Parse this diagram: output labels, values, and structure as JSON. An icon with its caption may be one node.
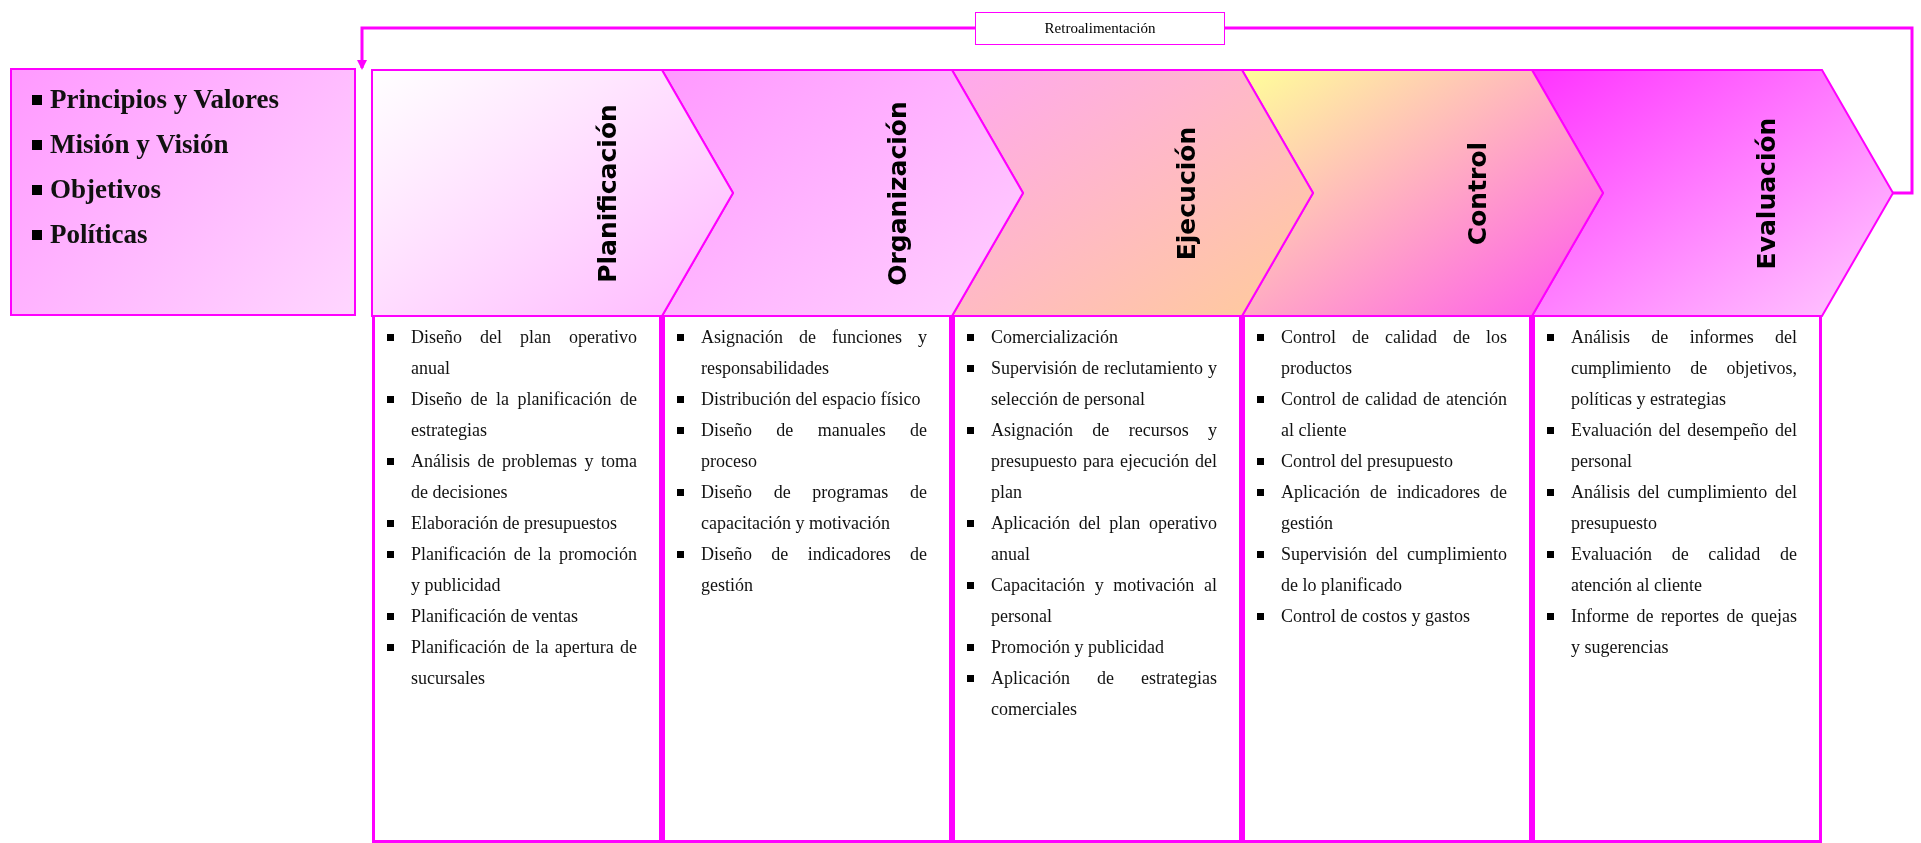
{
  "diagram": {
    "nodes": [
      {
        "text": [
          "Principios y Valores",
          "Misión y Visión",
          "Objetivos",
          "Políticas"
        ]
      },
      {
        "text": [
          "Planificación"
        ]
      },
      {
        "text": [
          "Organización"
        ]
      },
      {
        "text": [
          "Ejecución"
        ]
      },
      {
        "text": [
          "Control"
        ]
      },
      {
        "text": [
          "Evaluación"
        ]
      },
      {
        "text": [
          "Diseño del plan operativo anual",
          "Diseño de la planificación de estrategias",
          "Análisis de problemas y toma de decisiones",
          "Elaboración de presupuestos",
          "Planificación de la promoción y publicidad",
          "Planificación de ventas",
          "Planificación de la apertura de sucursales"
        ]
      },
      {
        "text": [
          "Asignación de funciones y responsabilidades",
          "Distribución del espacio físico",
          "Diseño de manuales de proceso",
          "Diseño de programas de capacitación y motivación",
          "Diseño de indicadores de gestión"
        ]
      },
      {
        "text": [
          "Comercialización",
          "Supervisión de reclutamiento y selección de personal",
          "Asignación de recursos y presupuesto para ejecución del plan",
          "Aplicación del plan operativo anual",
          "Capacitación y motivación al personal",
          "Promoción y publicidad",
          "Aplicación de estrategias comerciales"
        ]
      },
      {
        "text": [
          "Control de calidad de los productos",
          "Control de calidad de atención al cliente",
          "Control del presupuesto",
          "Aplicación de indicadores de gestión",
          "Supervisión del cumplimiento de lo planificado",
          "Control de costos y gastos"
        ]
      },
      {
        "text": [
          "Análisis de informes del cumplimiento de objetivos, políticas y estrategias",
          "Evaluación del desempeño del personal",
          "Análisis del cumplimiento del presupuesto",
          "Evaluación de calidad de atención al cliente",
          "Informe de reportes de quejas y sugerencias"
        ]
      }
    ],
    "edges": [
      {
        "from": 5,
        "to": 0,
        "arrow": "to",
        "label": "Retroalimentación"
      }
    ]
  }
}
